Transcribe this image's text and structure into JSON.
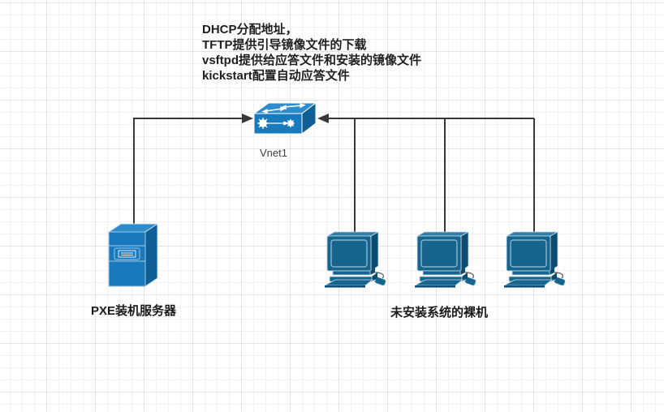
{
  "annotation": {
    "lines": [
      "DHCP分配地址，",
      "TFTP提供引导镜像文件的下载",
      "vsftpd提供给应答文件和安装的镜像文件",
      "kickstart配置自动应答文件"
    ]
  },
  "switch": {
    "label": "Vnet1"
  },
  "server": {
    "label": "PXE装机服务器"
  },
  "clients": {
    "label": "未安装系统的裸机",
    "count": 3
  },
  "colors": {
    "infra_blue": "#1879BD",
    "infra_blue_top": "#2F8CCB",
    "infra_blue_side": "#0F5E95",
    "client_blue": "#16658F",
    "client_blue_top": "#2E7EA8",
    "client_blue_side": "#0C4C72",
    "connector": "#383838",
    "grid_minor": "#f2f2f2",
    "grid_major": "#e3e3e3"
  }
}
